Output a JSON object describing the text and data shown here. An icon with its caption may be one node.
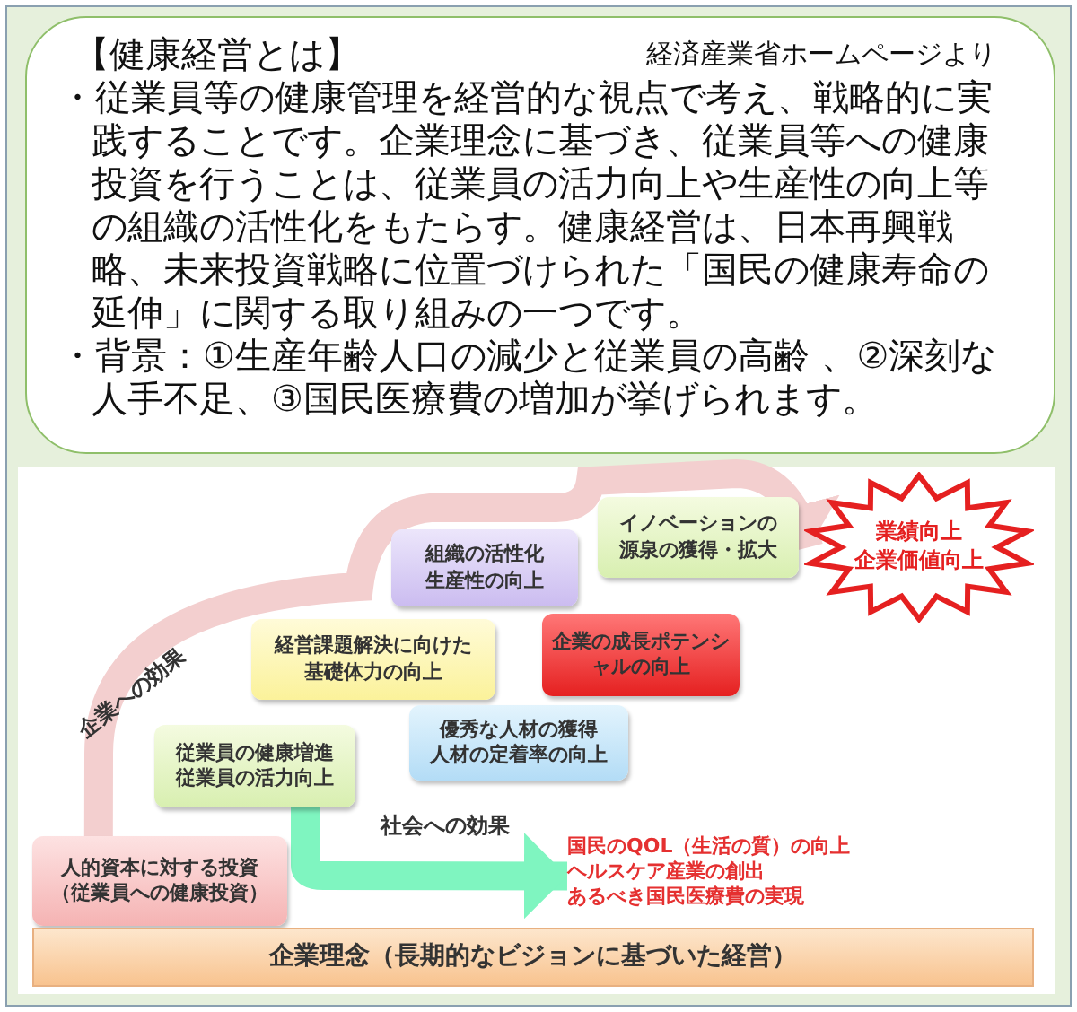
{
  "diagram": {
    "nodes": [
      {
        "text": [
          "【健康経営とは】",
          "経済産業省ホームページより",
          "・従業員等の健康管理を経営的な視点で考え、戦略的に実践することです。企業理念に基づき、従業員等への健康投資を行うことは、従業員の活力向上や生産性の向上等の組織の活性化をもたらす。健康経営は、日本再興戦略、未来投資戦略に位置づけられた「国民の健康寿命の延伸」に関する取り組みの一つです。",
          "・背景：①生産年齢人口の減少と従業員の高齢 、②深刻な人手不足、③国民医療費の増加が挙げられます。"
        ]
      },
      {
        "text": [
          "人的資本に対する投資",
          "（従業員への健康投資）"
        ]
      },
      {
        "text": [
          "従業員の健康増進",
          "従業員の活力向上"
        ]
      },
      {
        "text": [
          "経営課題解決に向けた基礎体力の向上"
        ]
      },
      {
        "text": [
          "組織の活性化",
          "生産性の向上"
        ]
      },
      {
        "text": [
          "イノベーションの源泉の獲得・拡大"
        ]
      },
      {
        "text": [
          "優秀な人材の獲得",
          "人材の定着率の向上"
        ]
      },
      {
        "text": [
          "企業の成長ポテンシャルの向上"
        ]
      },
      {
        "text": [
          "業績向上",
          "企業価値向上"
        ]
      },
      {
        "text": [
          "国民のQOL（生活の質）の向上",
          "ヘルスケア産業の創出",
          "あるべき国民医療費の実現"
        ]
      },
      {
        "text": [
          "企業理念（長期的なビジョンに基づいた経営）"
        ]
      }
    ],
    "edges": [
      {
        "from": 1,
        "to": 8,
        "arrow": "to",
        "label": "企業への効果",
        "color": "#f3cfcf"
      },
      {
        "from": 2,
        "to": 9,
        "arrow": "to",
        "label": "社会への効果",
        "color": "#7ff5c0"
      }
    ]
  }
}
